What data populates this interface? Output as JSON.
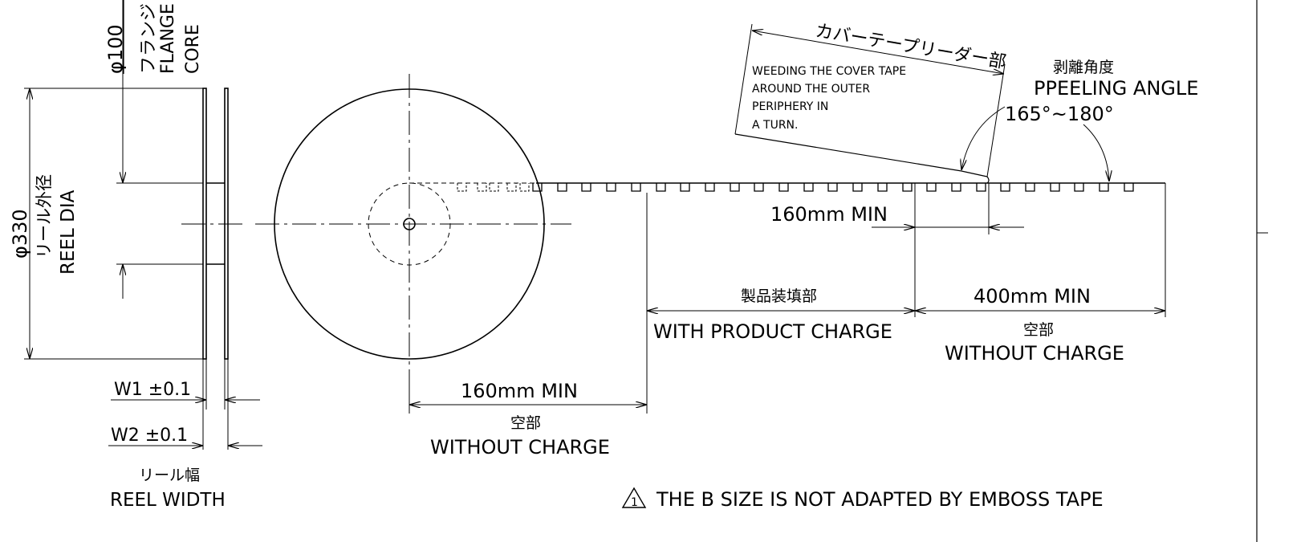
{
  "reel_side": {
    "core_dia": "φ100",
    "flange_jp": "フランジ",
    "flange_en": "FLANGE",
    "core_en": "CORE",
    "reel_dia_value": "φ330",
    "reel_dia_jp": "リール外径",
    "reel_dia_en": "REEL DIA",
    "w1": "W1 ±0.1",
    "w2": "W2 ±0.1",
    "reel_width_jp": "リール幅",
    "reel_width_en": "REEL WIDTH"
  },
  "leader": {
    "cover_tape_jp": "カバーテープリーダー部",
    "note_lines": [
      "WEEDING THE COVER TAPE",
      "AROUND THE OUTER",
      "PERIPHERY IN",
      "A TURN."
    ]
  },
  "peeling": {
    "jp": "剥離角度",
    "en": "PPEELING ANGLE",
    "angle": "165°~180°"
  },
  "dims": {
    "leader_min": "160mm MIN",
    "product_jp": "製品装填部",
    "product_en": "WITH PRODUCT CHARGE",
    "trailer_min": "400mm MIN",
    "trailer_jp": "空部",
    "trailer_en": "WITHOUT CHARGE",
    "start_min": "160mm MIN",
    "start_jp": "空部",
    "start_en": "WITHOUT CHARGE"
  },
  "note": {
    "number": "1",
    "text": "THE B SIZE IS NOT ADAPTED BY EMBOSS TAPE"
  }
}
